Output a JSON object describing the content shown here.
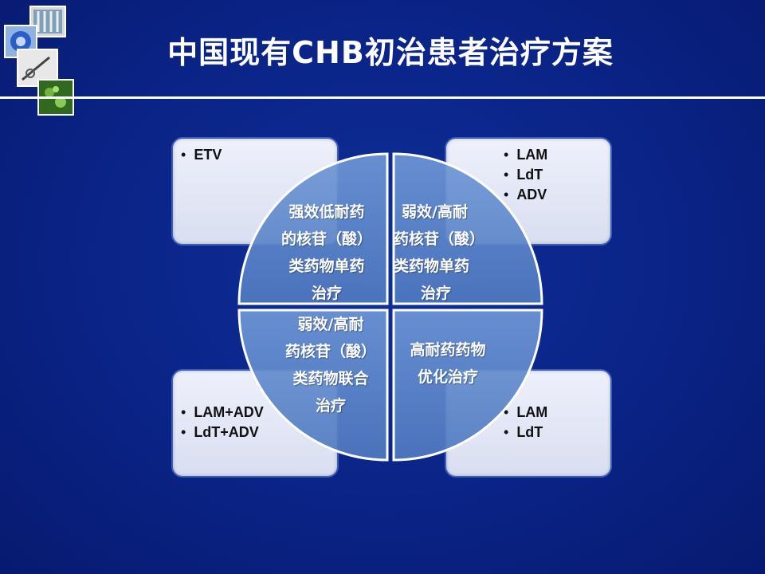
{
  "title": "中国现有CHB初治患者治疗方案",
  "logo": {
    "icon": "medical-collage-logo"
  },
  "cards": {
    "top_left": [
      "ETV"
    ],
    "top_right": [
      "LAM",
      "LdT",
      "ADV"
    ],
    "bottom_left": [
      "LAM+ADV",
      "LdT+ADV"
    ],
    "bottom_right": [
      "LAM",
      "LdT"
    ]
  },
  "quadrants": {
    "top_left": [
      "强效低耐药",
      "的核苷（酸）",
      "类药物单药",
      "治疗"
    ],
    "top_right": [
      "弱效/高耐",
      "药核苷（酸）",
      "类药物单药",
      "治疗"
    ],
    "bottom_left": [
      "弱效/高耐",
      "药核苷（酸）",
      "类药物联合",
      "治疗"
    ],
    "bottom_right": [
      "高耐药药物",
      "优化治疗"
    ]
  },
  "colors": {
    "background": "#0a2386",
    "quadrant_fill": "#5b86c9",
    "card_fill": "#e3e7f6"
  }
}
